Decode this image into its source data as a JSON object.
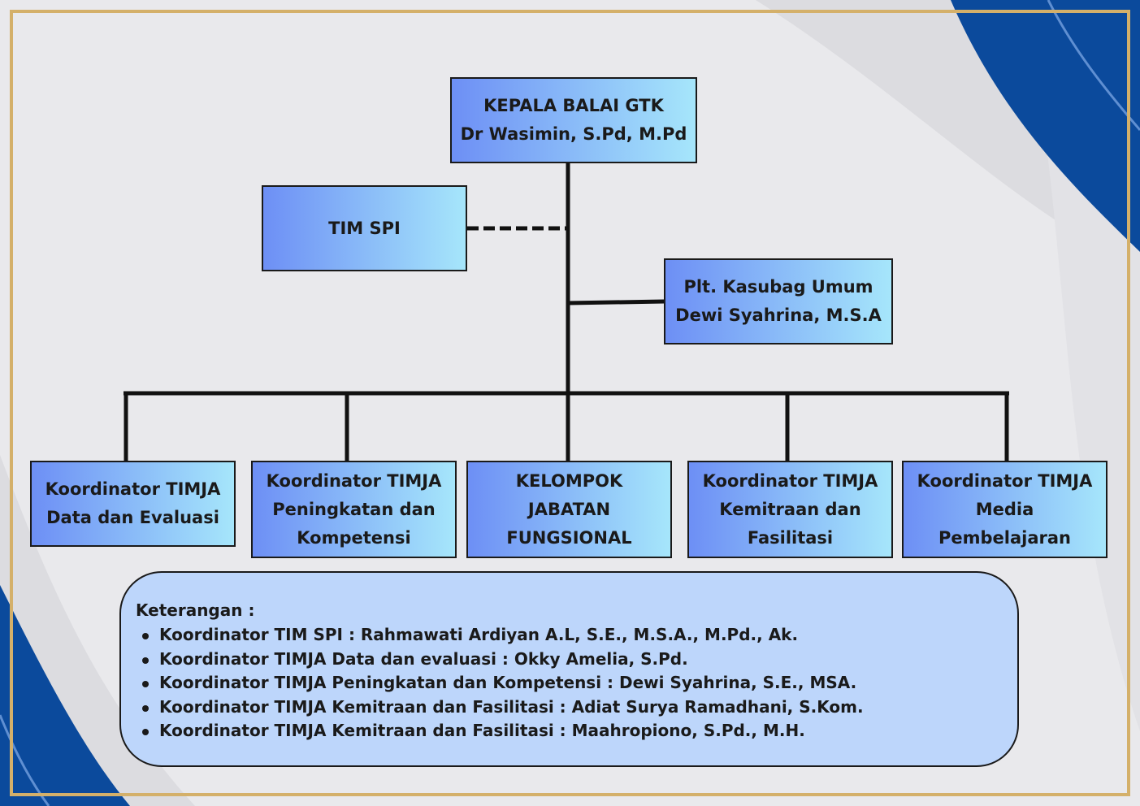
{
  "head": {
    "title": "KEPALA BALAI GTK",
    "name": "Dr Wasimin, S.Pd, M.Pd"
  },
  "spi": {
    "label": "TIM SPI"
  },
  "kasubag": {
    "title": "Plt. Kasubag Umum",
    "name": "Dewi Syahrina, M.S.A"
  },
  "units": [
    {
      "lines": [
        "Koordinator TIMJA",
        "Data dan Evaluasi"
      ]
    },
    {
      "lines": [
        "Koordinator TIMJA",
        "Peningkatan dan",
        "Kompetensi"
      ]
    },
    {
      "lines": [
        "KELOMPOK",
        "JABATAN",
        "FUNGSIONAL"
      ]
    },
    {
      "lines": [
        "Koordinator TIMJA",
        "Kemitraan dan",
        "Fasilitasi"
      ]
    },
    {
      "lines": [
        "Koordinator TIMJA",
        "Media",
        "Pembelajaran"
      ]
    }
  ],
  "legend": {
    "title": "Keterangan :",
    "items": [
      "Koordinator TIM SPI : Rahmawati Ardiyan A.L, S.E., M.S.A., M.Pd., Ak.",
      "Koordinator TIMJA Data dan evaluasi : Okky Amelia, S.Pd.",
      "Koordinator TIMJA Peningkatan dan Kompetensi : Dewi Syahrina, S.E., MSA.",
      "Koordinator TIMJA Kemitraan dan Fasilitasi : Adiat Surya Ramadhani, S.Kom.",
      "Koordinator TIMJA Kemitraan dan Fasilitasi : Maahropiono, S.Pd., M.H."
    ]
  },
  "colors": {
    "box_gradient_start": "#6d8ff5",
    "box_gradient_end": "#a6e6fb",
    "legend_fill": "#bdd6fb",
    "frame_gold": "#d4b06a",
    "wave_blue": "#0b4a9c"
  }
}
